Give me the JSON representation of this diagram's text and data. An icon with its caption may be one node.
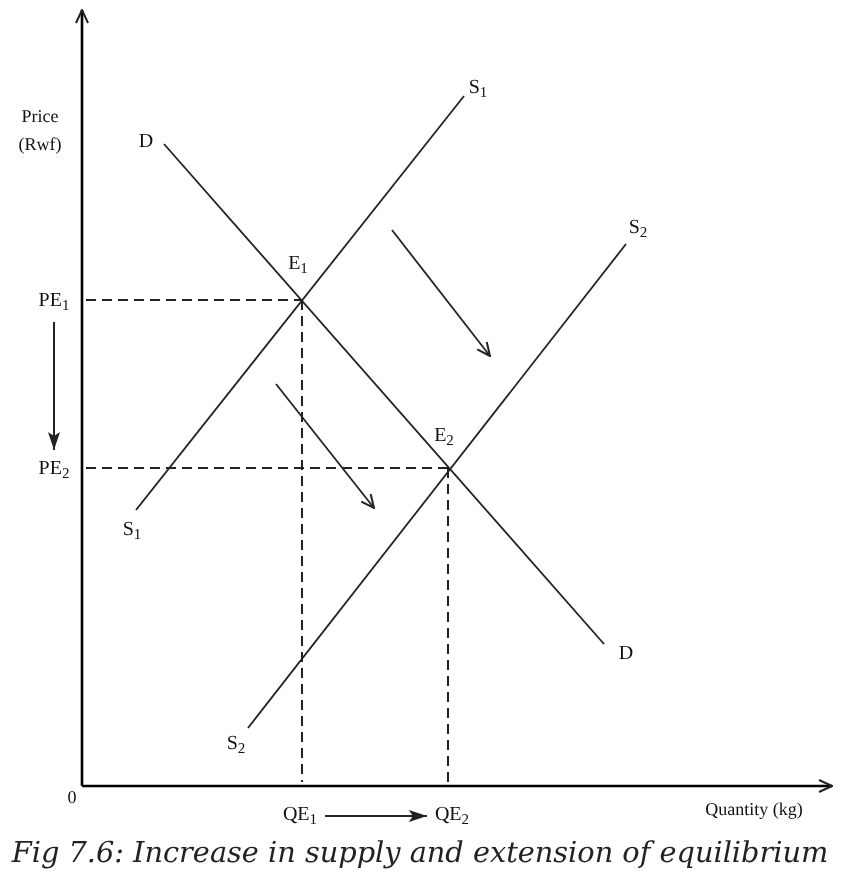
{
  "diagram": {
    "caption": "Fig 7.6: Increase in supply and extension of equilibrium",
    "nodes": [
      {
        "text": [
          "PE$_{1}$"
        ]
      },
      {
        "text": [
          "PE$_{2}$"
        ]
      },
      {
        "text": [
          "QE$_{1}$"
        ]
      },
      {
        "text": [
          "QE$_{2}$"
        ]
      }
    ],
    "edges": [
      {
        "from": 0,
        "to": 1,
        "arrow": "to"
      },
      {
        "from": 2,
        "to": 3,
        "arrow": "to"
      }
    ],
    "labels": [
      "S$_{1}$",
      "Price (Rwf)",
      "D",
      "S$_{2}$",
      "E$_{1}$",
      "E$_{2}$",
      "S$_{1}$",
      "D",
      "S$_{2}$",
      "0",
      "Quantity (kg)"
    ]
  }
}
